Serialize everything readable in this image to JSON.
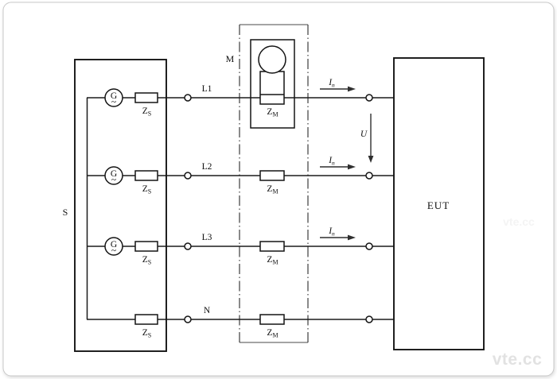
{
  "sections": {
    "source": "S",
    "measurement": "M",
    "eut": "EUT"
  },
  "phases": [
    {
      "label": "L1"
    },
    {
      "label": "L2"
    },
    {
      "label": "L3"
    },
    {
      "label": "N"
    }
  ],
  "symbols": {
    "generator": {
      "letter": "G",
      "waveform": "~"
    },
    "source_impedance": {
      "base": "Z",
      "subscript": "S"
    },
    "measurement_impedance": {
      "base": "Z",
      "subscript": "M"
    },
    "nominal_current": {
      "base": "I",
      "subscript": "n"
    },
    "voltage": "U"
  },
  "watermark": {
    "text": "vte.cc"
  },
  "colors": {
    "line": "#1b1b1b",
    "card_border": "#c9c9c9",
    "watermark": "#e2e2e2"
  }
}
